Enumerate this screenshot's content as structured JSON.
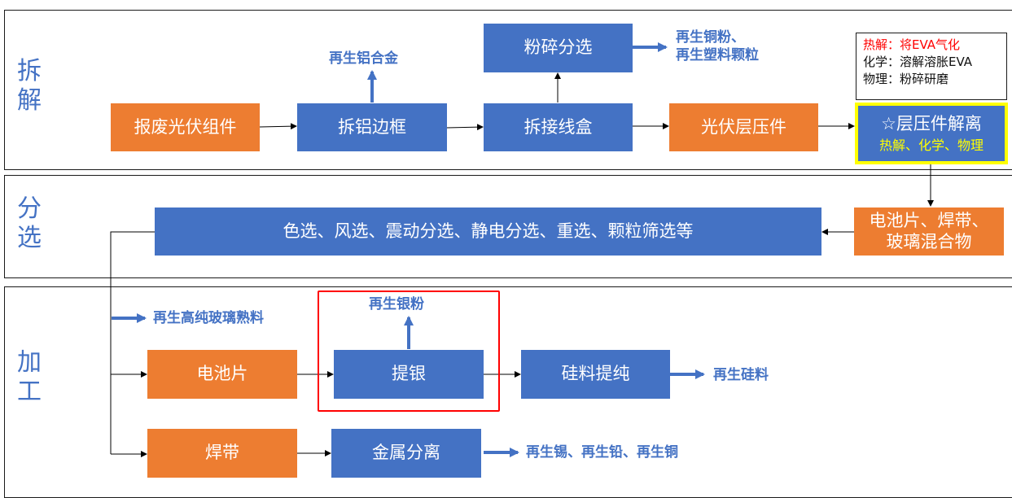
{
  "sections": {
    "dismantle": "拆解",
    "sorting": "分选",
    "processing": "加工"
  },
  "nodes": {
    "scrap_module": "报废光伏组件",
    "remove_frame": "拆铝边框",
    "remove_junction_box": "拆接线盒",
    "crush_sort": "粉碎分选",
    "laminate": "光伏层压件",
    "delamination_title": "☆层压件解离",
    "delamination_methods": "热解、化学、物理",
    "mixture": "电池片、焊带、玻璃混合物",
    "sorting_methods": "色选、风选、震动分选、静电分选、重选、颗粒筛选等",
    "cell": "电池片",
    "silver_extract": "提银",
    "silicon_purify": "硅料提纯",
    "ribbon": "焊带",
    "metal_separation": "金属分离"
  },
  "outputs": {
    "aluminum_alloy": "再生铝合金",
    "copper_plastic_line1": "再生铜粉、",
    "copper_plastic_line2": "再生塑料颗粒",
    "glass": "再生高纯玻璃熟料",
    "silver": "再生银粉",
    "silicon": "再生硅料",
    "metals": "再生锡、再生铅、再生铜"
  },
  "note": {
    "pyrolysis": "热解：将EVA气化",
    "chemical": "化学：溶解溶胀EVA",
    "physical": "物理：粉碎研磨"
  },
  "colors": {
    "process_blue": "#4472c4",
    "material_orange": "#ed7d31",
    "highlight_yellow": "#ffff00",
    "emphasis_red": "#ff0000"
  }
}
